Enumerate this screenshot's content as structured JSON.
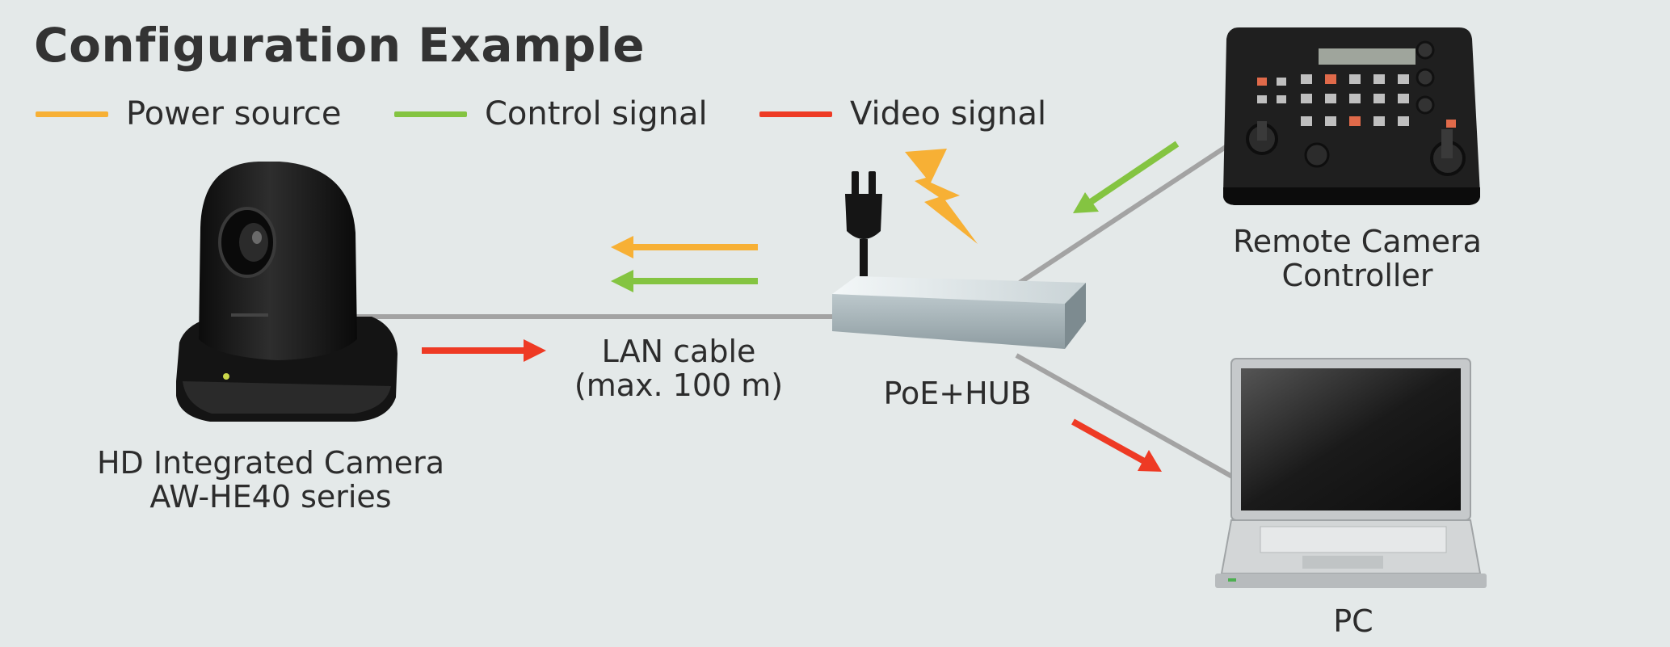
{
  "title": "Configuration Example",
  "legend": [
    {
      "label": "Power source",
      "color": "#f7b035"
    },
    {
      "label": "Control signal",
      "color": "#84c441"
    },
    {
      "label": "Video signal",
      "color": "#ee3a24"
    }
  ],
  "devices": {
    "camera": {
      "line1": "HD Integrated Camera",
      "line2": "AW-HE40 series"
    },
    "cable": {
      "line1": "LAN cable",
      "line2": "(max. 100 m)"
    },
    "hub": {
      "label": "PoE+HUB"
    },
    "controller": {
      "line1": "Remote Camera",
      "line2": "Controller"
    },
    "pc": {
      "label": "PC"
    }
  },
  "colors": {
    "cable": "#a3a3a3",
    "power": "#f7b035",
    "control": "#84c441",
    "video": "#ee3a24"
  },
  "icons": [
    "power-plug-icon",
    "lightning-bolt-icon"
  ]
}
